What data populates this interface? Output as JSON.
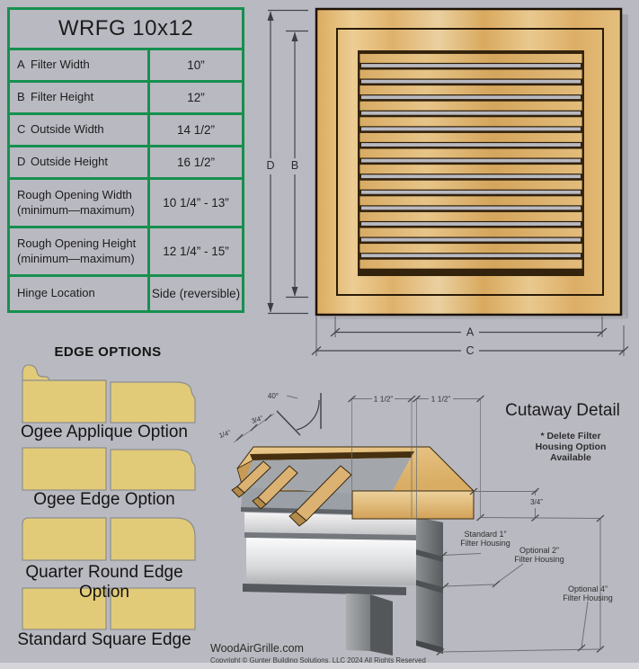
{
  "colors": {
    "background": "#b9b9c1",
    "accent_green": "#15904f",
    "wood": "#dfb677",
    "slat_wood": "#d9ad67",
    "option_yellow": "#e2cb78",
    "metal_silver": "#d8dadc",
    "line_gray": "#6e7175",
    "text": "#1c1c1e"
  },
  "table": {
    "title": "WRFG 10x12",
    "rows": [
      {
        "letter": "A",
        "text": "Filter Width",
        "sub": "",
        "value": "10”"
      },
      {
        "letter": "B",
        "text": "Filter Height",
        "sub": "",
        "value": "12”"
      },
      {
        "letter": "C",
        "text": "Outside Width",
        "sub": "",
        "value": "14 1/2”"
      },
      {
        "letter": "D",
        "text": "Outside Height",
        "sub": "",
        "value": "16 1/2”"
      },
      {
        "letter": "",
        "text": "Rough Opening Width",
        "sub": "(minimum—maximum)",
        "value": "10 1/4” - 13”"
      },
      {
        "letter": "",
        "text": "Rough Opening Height",
        "sub": "(minimum—maximum)",
        "value": "12 1/4” - 15”"
      },
      {
        "letter": "",
        "text": "Hinge Location",
        "sub": "",
        "value": "Side (reversible)"
      }
    ]
  },
  "grille_diagram": {
    "slat_count": 14,
    "labels": {
      "a": "A",
      "b": "B",
      "c": "C",
      "d": "D"
    }
  },
  "edge_options": {
    "heading": "EDGE OPTIONS",
    "options": [
      {
        "label": "Ogee Applique Option"
      },
      {
        "label": "Ogee Edge Option"
      },
      {
        "label": "Quarter Round Edge Option"
      },
      {
        "label": "Standard Square Edge"
      }
    ]
  },
  "cutaway": {
    "title": "Cutaway Detail",
    "note": [
      "* Delete Filter",
      "Housing Option",
      "Available"
    ],
    "dims": {
      "angle": "40°",
      "slat_thickness": "3/4”",
      "slat_gap": "1/4”",
      "frame_left": "1 1/2”",
      "frame_right": "1 1/2”",
      "board_thickness": "3/4”"
    },
    "housings": [
      {
        "line1": "Standard 1”",
        "line2": "Filter Housing"
      },
      {
        "line1": "Optional 2”",
        "line2": "Filter Housing"
      },
      {
        "line1": "Optional 4”",
        "line2": "Filter Housing"
      }
    ]
  },
  "footer": {
    "site": "WoodAirGrille.com",
    "copyright": "Copyright ©  Gunter Building Solutions, LLC 2024 All Rights Reserved"
  }
}
